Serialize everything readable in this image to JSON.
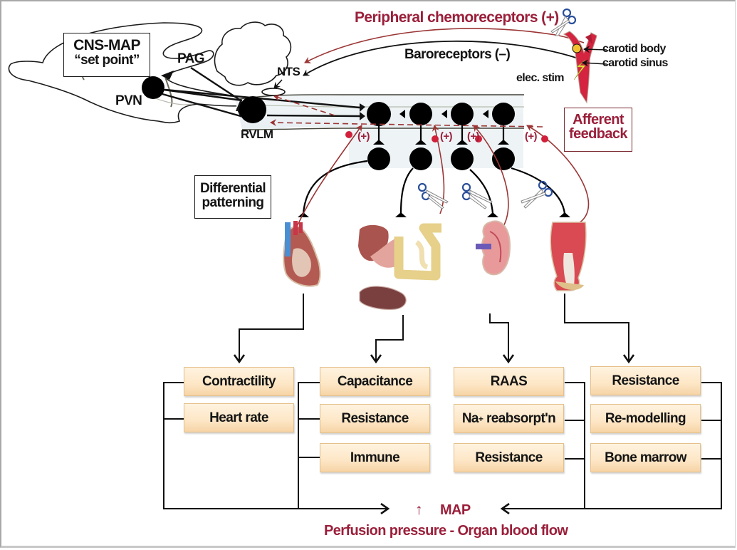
{
  "figure": {
    "top_labels": {
      "chemoreceptors": "Peripheral chemoreceptors (+)",
      "baroreceptors": "Baroreceptors (–)",
      "carotid_body": "carotid body",
      "carotid_sinus": "carotid sinus",
      "elec_stim": "elec. stim"
    },
    "brain": {
      "set_point_line1": "CNS-MAP",
      "set_point_line2": "“set point”",
      "pag": "PAG",
      "pvn": "PVN",
      "nts": "NTS",
      "rvlm": "RVLM"
    },
    "afferent": {
      "line1": "Afferent",
      "line2": "feedback",
      "plus_signs": [
        "(+)",
        "(+)",
        "(+)",
        "(+)"
      ]
    },
    "patterning": {
      "line1": "Differential",
      "line2": "patterning"
    },
    "organs": [
      {
        "name": "heart-icon"
      },
      {
        "name": "gut-liver-spleen-icon"
      },
      {
        "name": "kidney-icon"
      },
      {
        "name": "leg-muscle-icon"
      }
    ],
    "effector_columns": [
      {
        "items": [
          "Contractility",
          "Heart rate"
        ]
      },
      {
        "items": [
          "Capacitance",
          "Resistance",
          "Immune"
        ]
      },
      {
        "items": [
          "RAAS",
          "Na+ reabsorpt'n",
          "Resistance"
        ]
      },
      {
        "items": [
          "Resistance",
          "Re-modelling",
          "Bone marrow"
        ]
      }
    ],
    "na_label": {
      "base": "Na",
      "sup": "+",
      "rest": " reabsorpt'n"
    },
    "outcome": {
      "arrow": "↑",
      "map": "MAP",
      "subtitle": "Perfusion pressure - Organ blood flow"
    },
    "colors": {
      "accent_red": "#9b1f3a",
      "afferent_line": "#8b2a2a",
      "box_fill": "#fde6c5",
      "box_border": "#e5c08a",
      "scissors": "#2a4f9a",
      "carotid_body": "#f2c230",
      "artery": "#d42440"
    }
  }
}
